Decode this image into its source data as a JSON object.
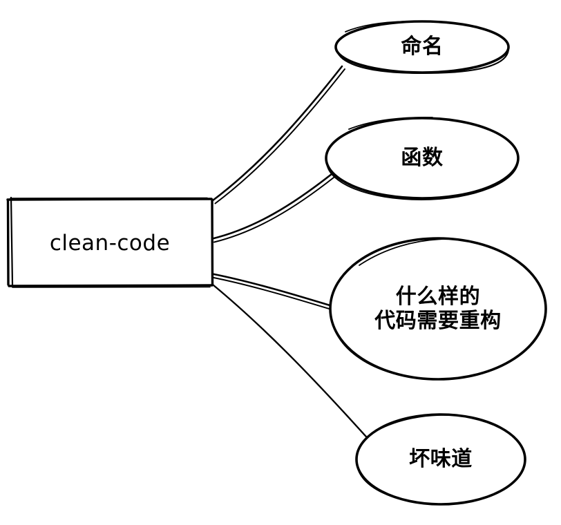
{
  "diagram": {
    "type": "mind-map",
    "title": "clean-code",
    "background_color": "#ffffff",
    "stroke_color": "#000000",
    "style": "hand-drawn-sketch",
    "root": {
      "id": "root",
      "label": "clean-code",
      "shape": "rectangle",
      "text_language": "latin"
    },
    "branches": [
      {
        "id": "branch-naming",
        "label": "命名",
        "lines": [
          "命名"
        ],
        "shape": "ellipse",
        "font_size": 30
      },
      {
        "id": "branch-function",
        "label": "函数",
        "lines": [
          "函数"
        ],
        "shape": "ellipse",
        "font_size": 30
      },
      {
        "id": "branch-refactor",
        "label": "什么样的代码需要重构",
        "lines": [
          "什么样的",
          "代码需要重构"
        ],
        "shape": "ellipse",
        "font_size": 30
      },
      {
        "id": "branch-smell",
        "label": "坏味道",
        "lines": [
          "坏味道"
        ],
        "shape": "ellipse",
        "font_size": 30
      }
    ],
    "connectors": [
      {
        "id": "connector-root-naming",
        "from": "root",
        "to": "branch-naming"
      },
      {
        "id": "connector-root-function",
        "from": "root",
        "to": "branch-function"
      },
      {
        "id": "connector-root-refactor",
        "from": "root",
        "to": "branch-refactor"
      },
      {
        "id": "connector-root-smell",
        "from": "root",
        "to": "branch-smell"
      }
    ]
  }
}
